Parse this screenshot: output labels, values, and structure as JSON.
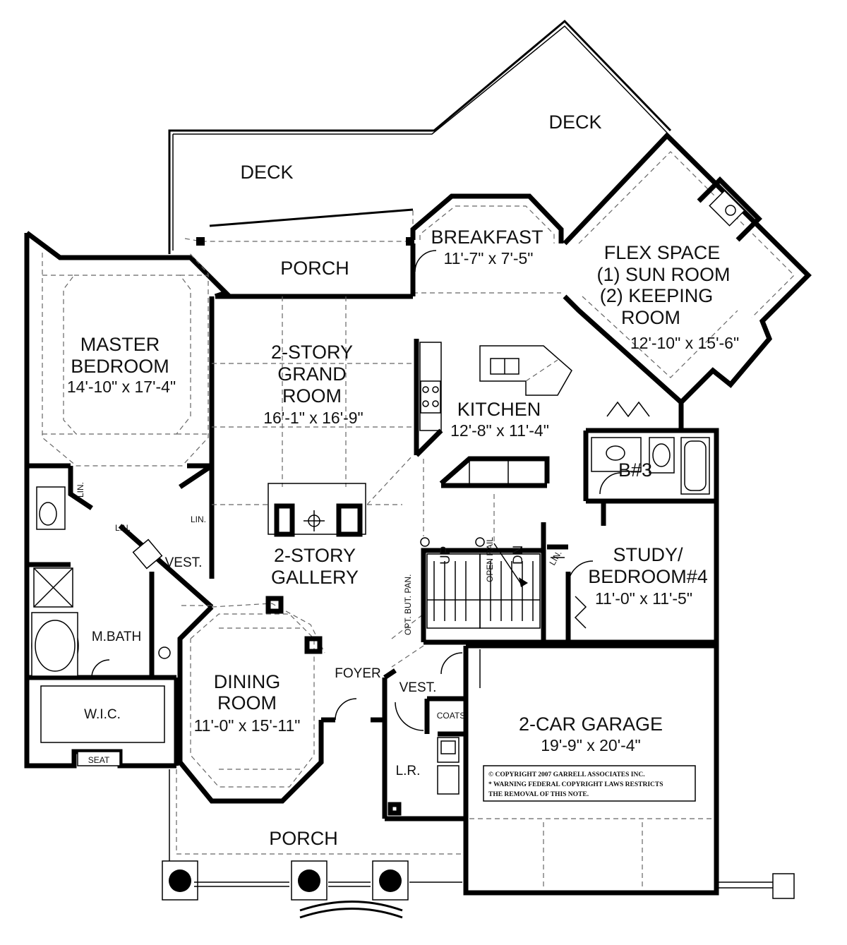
{
  "rooms": {
    "deck_left": {
      "label": "DECK"
    },
    "deck_right": {
      "label": "DECK"
    },
    "porch_rear": {
      "label": "PORCH"
    },
    "breakfast": {
      "label": "BREAKFAST",
      "dims": "11'-7\" x 7'-5\""
    },
    "flex_space": {
      "lines": [
        "FLEX SPACE",
        "(1) SUN ROOM",
        "(2) KEEPING",
        "ROOM"
      ],
      "dims": "12'-10\" x 15'-6\""
    },
    "master_bedroom": {
      "lines": [
        "MASTER",
        "BEDROOM"
      ],
      "dims": "14'-10\" x 17'-4\""
    },
    "grand_room": {
      "lines": [
        "2-STORY",
        "GRAND",
        "ROOM"
      ],
      "dims": "16'-1\" x 16'-9\""
    },
    "kitchen": {
      "label": "KITCHEN",
      "dims": "12'-8\" x 11'-4\""
    },
    "bath3": {
      "label": "B#3"
    },
    "study": {
      "lines": [
        "STUDY/",
        "BEDROOM#4"
      ],
      "dims": "11'-0\" x 11'-5\""
    },
    "gallery": {
      "lines": [
        "2-STORY",
        "GALLERY"
      ]
    },
    "vest_master": {
      "label": "VEST."
    },
    "master_bath": {
      "label": "M.BATH"
    },
    "wic": {
      "label": "W.I.C."
    },
    "seat": {
      "label": "SEAT"
    },
    "dining": {
      "lines": [
        "DINING",
        "ROOM"
      ],
      "dims": "11'-0\" x 15'-11\""
    },
    "foyer": {
      "label": "FOYER"
    },
    "vest_front": {
      "label": "VEST."
    },
    "coats": {
      "label": "COATS"
    },
    "laundry": {
      "label": "L.R."
    },
    "garage": {
      "label": "2-CAR GARAGE",
      "dims": "19'-9\" x 20'-4\""
    },
    "porch_front": {
      "label": "PORCH"
    }
  },
  "annotations": {
    "lin_1": "LIN.",
    "lin_2": "LIN.",
    "lin_3": "LIN.",
    "lin_4": "LIN.",
    "stair_up": "UP",
    "stair_dn": "DN",
    "open_rail": "OPEN RAIL",
    "pantry": "OPT. BUT. PAN."
  },
  "copyright": {
    "lines": [
      "© COPYRIGHT 2007 GARRELL ASSOCIATES INC.",
      "* WARNING FEDERAL COPYRIGHT LAWS RESTRICTS",
      "THE REMOVAL OF THIS NOTE."
    ]
  }
}
